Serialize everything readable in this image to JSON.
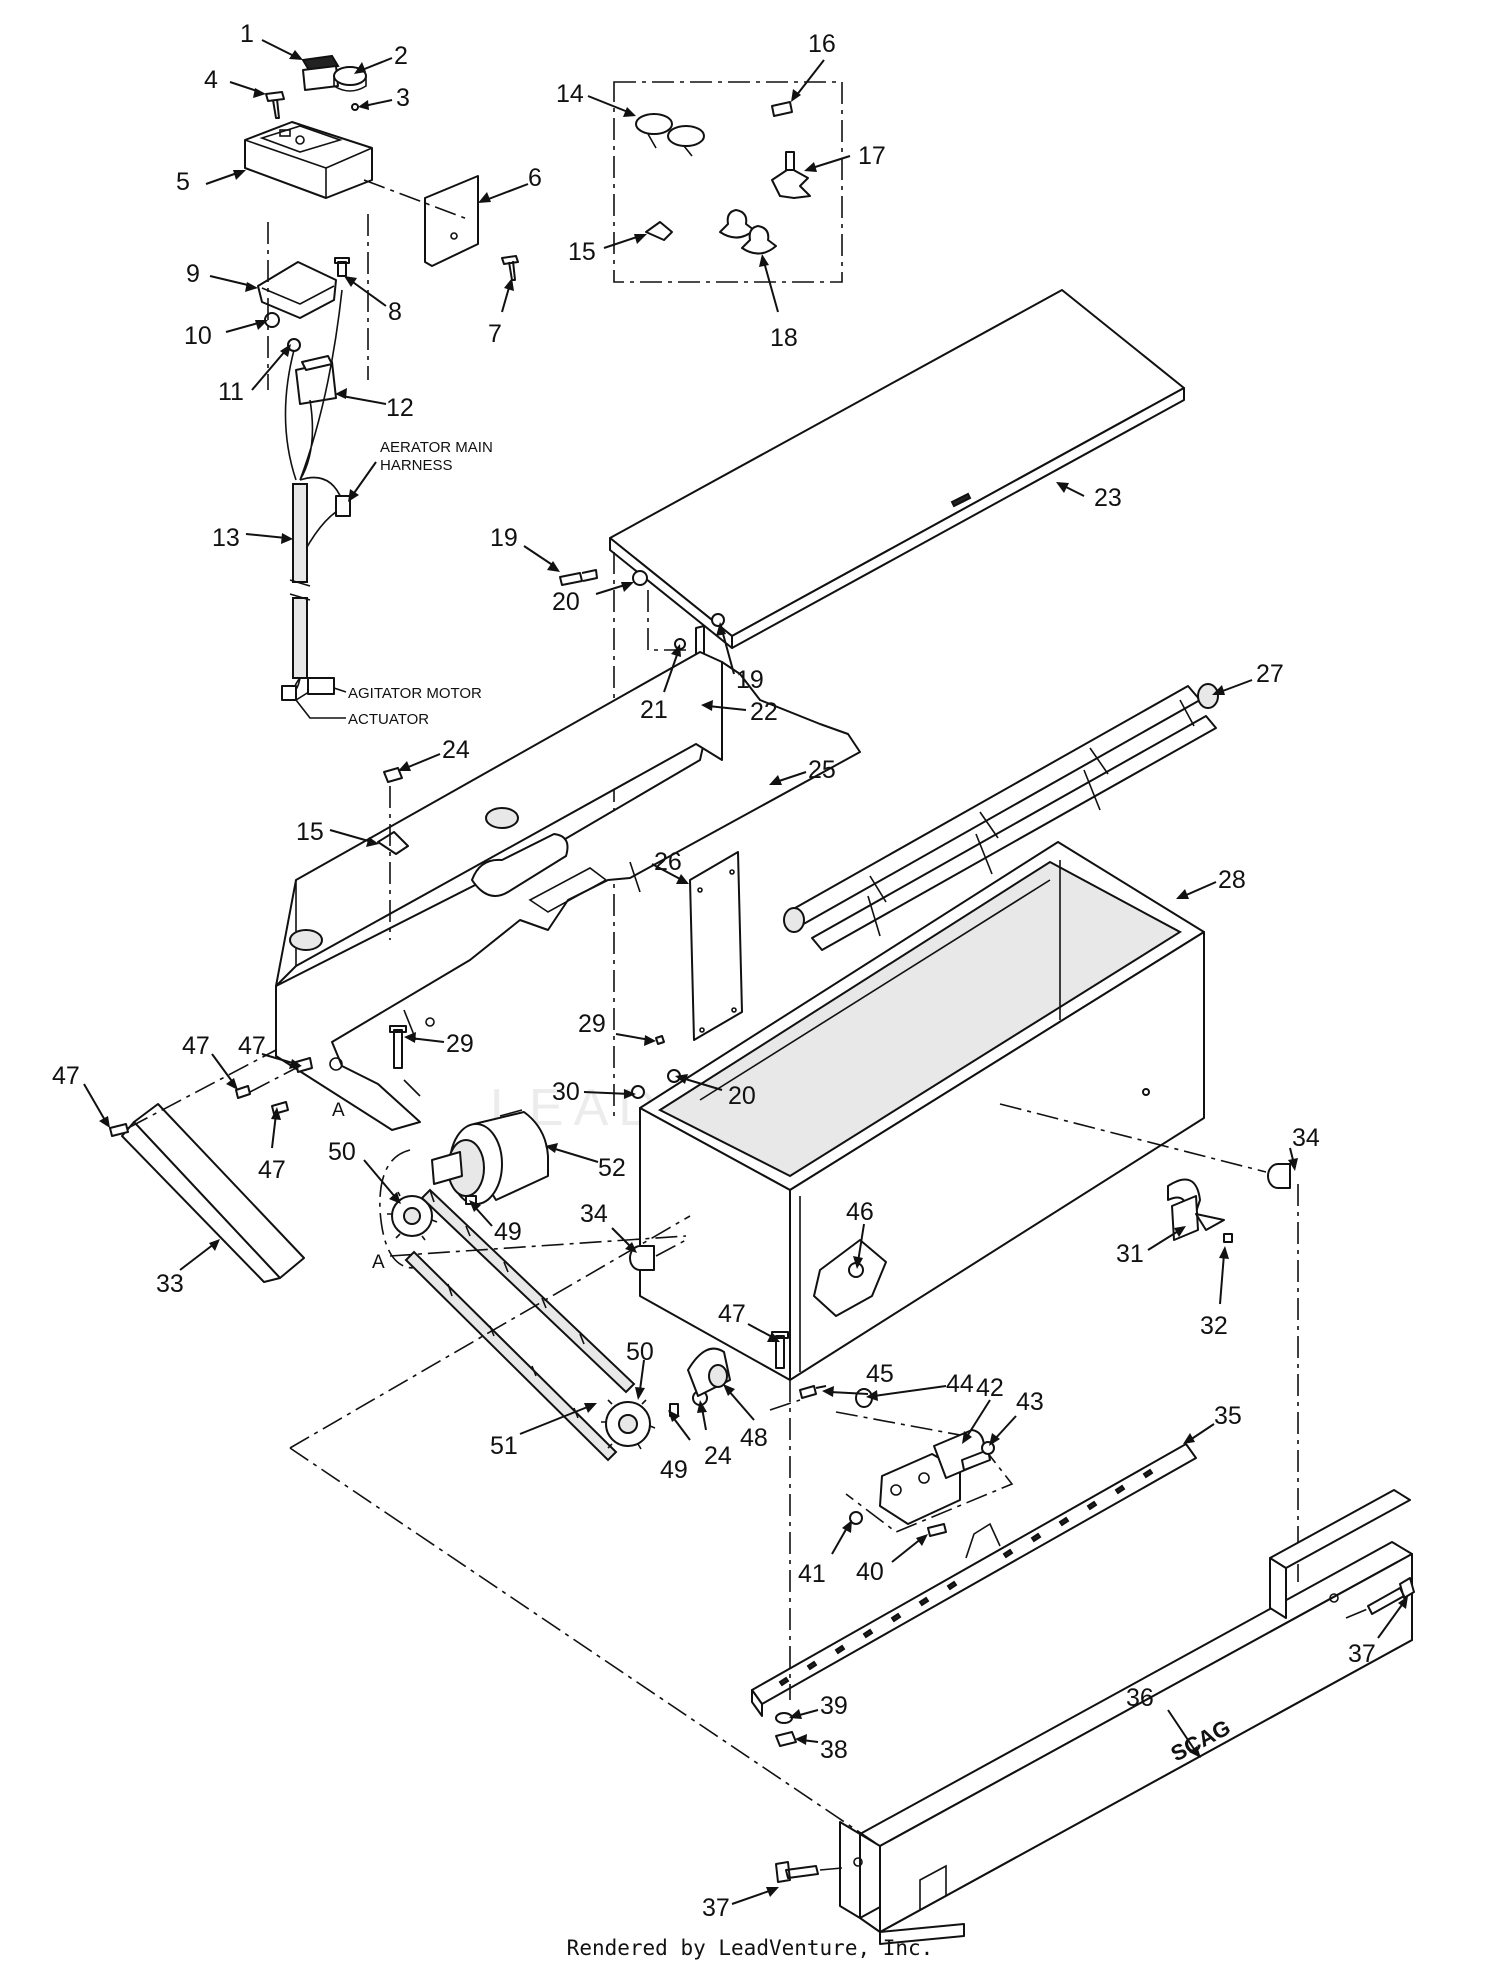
{
  "diagram": {
    "watermark": "LEADVENTURE",
    "footer": "Rendered by LeadVenture, Inc.",
    "brand_mark": "SCAG",
    "notes": {
      "aerator_harness": [
        "AERATOR MAIN",
        "HARNESS"
      ],
      "agitator_motor": "AGITATOR MOTOR",
      "actuator": "ACTUATOR"
    },
    "alignment_letters": [
      "A",
      "A"
    ],
    "callouts": [
      "1",
      "2",
      "3",
      "4",
      "5",
      "6",
      "7",
      "8",
      "9",
      "10",
      "11",
      "12",
      "13",
      "14",
      "15",
      "16",
      "17",
      "18",
      "19",
      "20",
      "19",
      "20",
      "21",
      "22",
      "23",
      "24",
      "15",
      "25",
      "26",
      "27",
      "28",
      "29",
      "29",
      "30",
      "20",
      "47",
      "47",
      "47",
      "47",
      "33",
      "50",
      "52",
      "49",
      "34",
      "34",
      "46",
      "31",
      "32",
      "47",
      "50",
      "45",
      "44",
      "42",
      "43",
      "35",
      "51",
      "49",
      "24",
      "48",
      "41",
      "40",
      "39",
      "38",
      "36",
      "37",
      "37"
    ]
  }
}
